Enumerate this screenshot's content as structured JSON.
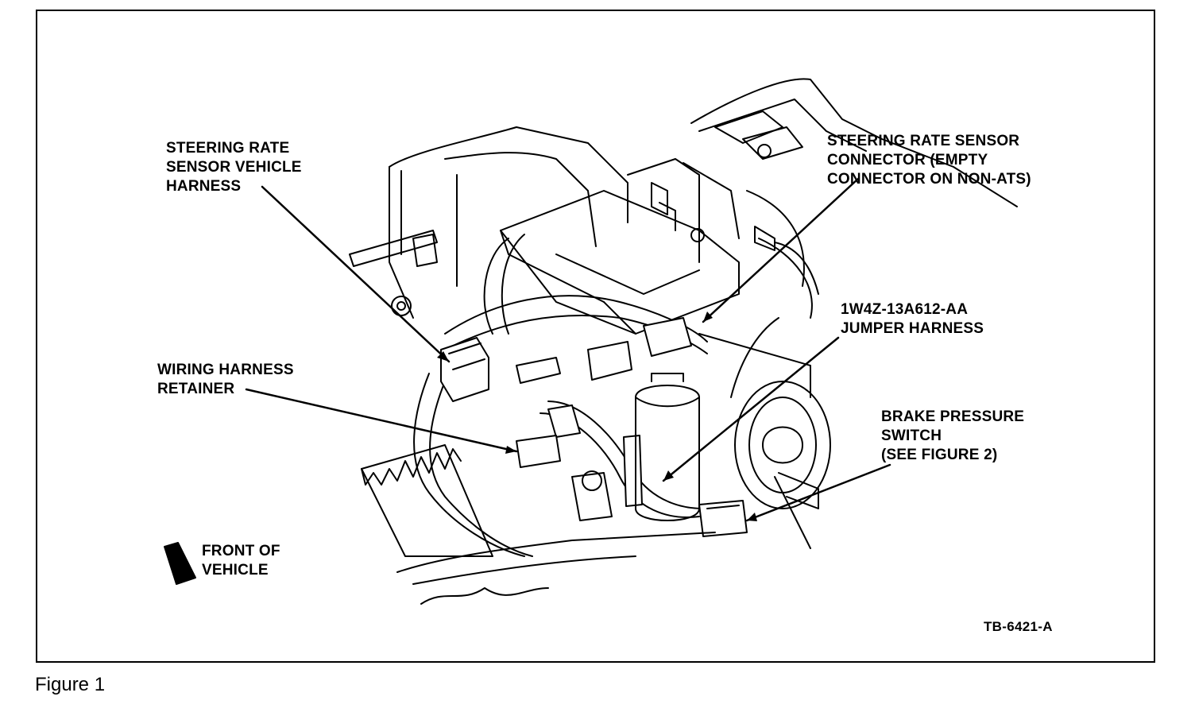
{
  "diagram": {
    "callouts": {
      "steering_harness": "STEERING RATE\nSENSOR VEHICLE\nHARNESS",
      "steering_connector": "STEERING RATE SENSOR\nCONNECTOR (EMPTY\nCONNECTOR ON NON-ATS)",
      "jumper_harness": "1W4Z-13A612-AA\nJUMPER HARNESS",
      "wiring_retainer": "WIRING HARNESS\nRETAINER",
      "brake_switch": "BRAKE PRESSURE\nSWITCH\n(SEE FIGURE 2)",
      "front_of_vehicle": "FRONT OF\nVEHICLE"
    },
    "reference_id": "TB-6421-A"
  },
  "caption": "Figure 1"
}
